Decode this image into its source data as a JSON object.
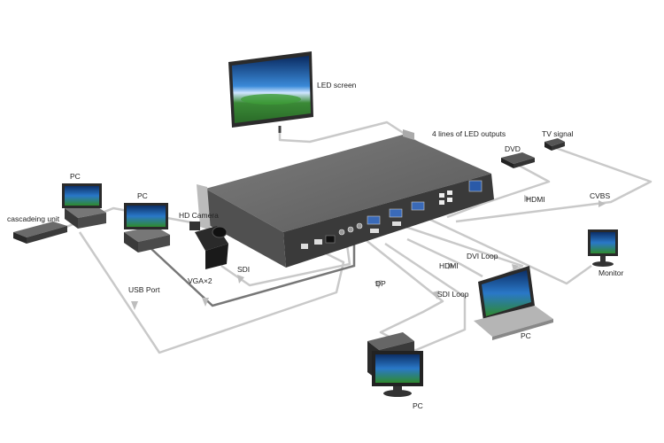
{
  "labels": {
    "led_screen": "LED screen",
    "led_outputs": "4 lines of LED outputs",
    "dvd": "DVD",
    "tv_signal": "TV signal",
    "hdmi_top": "HDMI",
    "cvbs": "CVBS",
    "dvi_loop": "DVI Loop",
    "hdmi_mid": "HDMI",
    "monitor": "Monitor",
    "pc_top_left": "PC",
    "pc_left": "PC",
    "cascading_unit": "cascadeing unit",
    "hd_camera": "HD Camera",
    "sdi": "SDI",
    "vga": "VGA×2",
    "usb_port": "USB Port",
    "dp": "DP",
    "sdi_loop": "SDI Loop",
    "pc_laptop": "PC",
    "pc_bottom": "PC"
  },
  "colors": {
    "cable": "#c8c8c8",
    "cable_dark": "#7a7a7a",
    "device_body": "#4a4a4a",
    "device_top": "#6a6a6a",
    "screen_sky": "#1d5fa8",
    "screen_field": "#2f8a2f"
  }
}
